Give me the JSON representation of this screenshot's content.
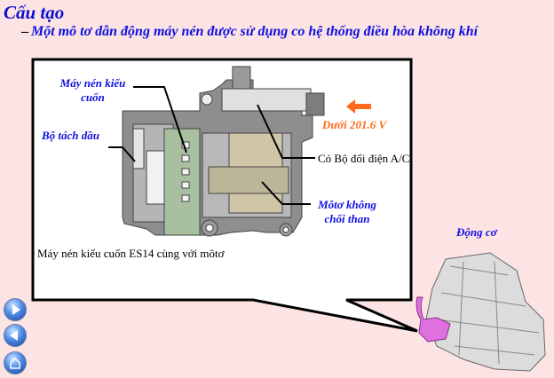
{
  "header": {
    "title": "Cấu tạo",
    "subtitle": "Một mô tơ dẫn động máy nén được sử dụng co hệ thống điều hòa không khí",
    "bullet": "–"
  },
  "callout": {
    "labels": {
      "scroll_compressor_line1": "Máy nén kiểu",
      "scroll_compressor_line2": "cuốn",
      "oil_separator": "Bộ tách dầu",
      "voltage": "Dưới 201.6 V",
      "inverter": "Có Bộ đổi điện A/C",
      "motor_line1": "Môtơ không",
      "motor_line2": "chổi than"
    },
    "caption": "Máy nén kiểu cuốn ES14 cùng với môtơ"
  },
  "engine": {
    "label": "Động cơ"
  },
  "nav": {
    "next": "next-icon",
    "back": "back-icon",
    "home": "home-icon"
  },
  "colors": {
    "accent": "#1010e0",
    "voltage": "#ff6a1a",
    "highlight": "#e070e0",
    "background": "#fde4e4"
  }
}
